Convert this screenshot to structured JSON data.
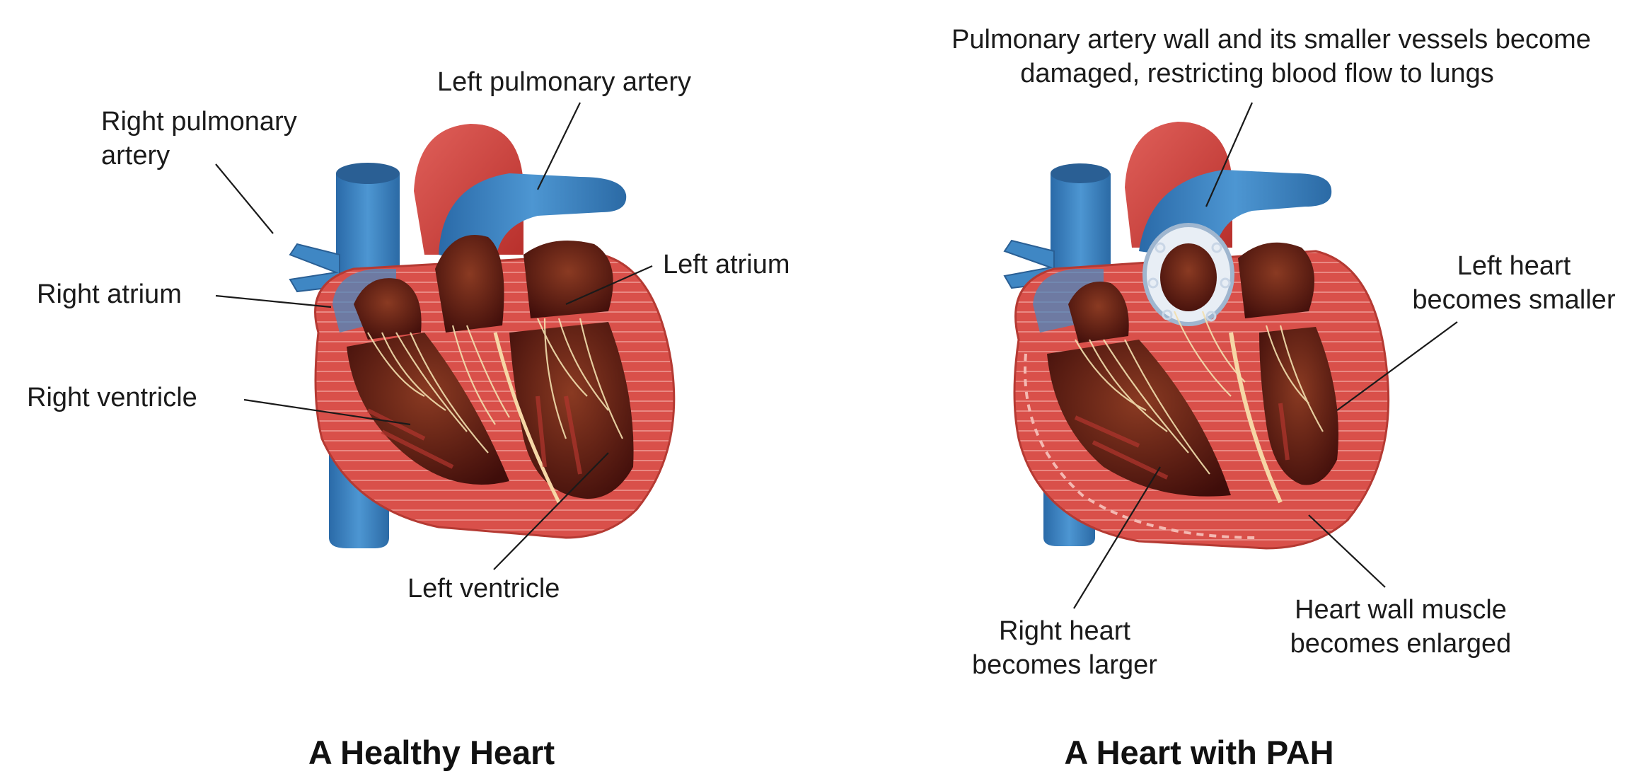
{
  "healthy": {
    "title": "A Healthy Heart",
    "labels": {
      "right_pulmonary_artery": [
        "Right pulmonary",
        "artery"
      ],
      "left_pulmonary_artery": "Left pulmonary artery",
      "right_atrium": "Right atrium",
      "left_atrium": "Left atrium",
      "right_ventricle": "Right ventricle",
      "left_ventricle": "Left ventricle"
    }
  },
  "pah": {
    "title": "A Heart with PAH",
    "labels": {
      "pulmonary_artery_wall": [
        "Pulmonary artery wall and its smaller vessels become",
        "damaged, restricting blood flow to lungs"
      ],
      "left_heart": [
        "Left heart",
        "becomes smaller"
      ],
      "right_heart": [
        "Right heart",
        "becomes larger"
      ],
      "heart_wall_muscle": [
        "Heart wall muscle",
        "becomes enlarged"
      ]
    }
  },
  "colors": {
    "vessel_blue": "#3f87c4",
    "aorta_red": "#cf3b35",
    "myocardium_red": "#d9504a",
    "chamber_dark": "#5a1612",
    "tendon_cream": "#f3dfae"
  }
}
